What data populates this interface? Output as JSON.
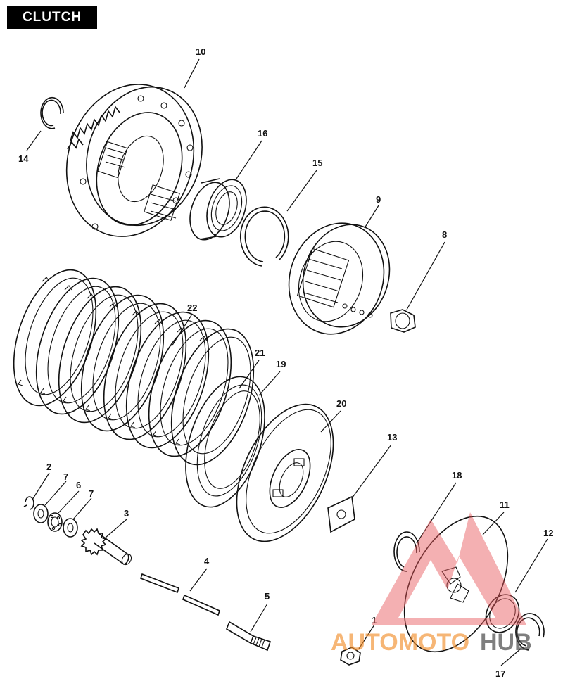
{
  "title": "CLUTCH",
  "callouts": [
    "10",
    "14",
    "16",
    "15",
    "9",
    "8",
    "22",
    "21",
    "19",
    "20",
    "13",
    "2",
    "7",
    "6",
    "7",
    "3",
    "18",
    "11",
    "12",
    "4",
    "5",
    "1",
    "17"
  ],
  "watermark": {
    "text_a": "AUTOMOTO",
    "text_b": "HUB",
    "color_primary": "#f28c28",
    "color_secondary": "#444444",
    "triangle_color": "#e8555a"
  }
}
